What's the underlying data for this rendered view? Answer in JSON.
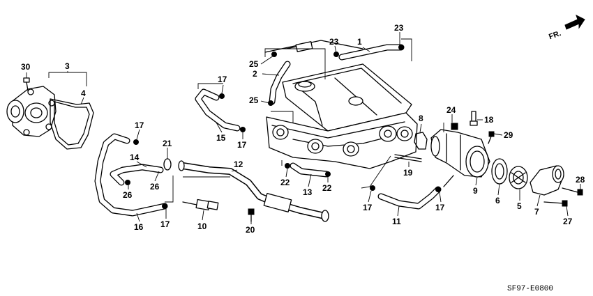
{
  "diagram_code": "SF97-E0800",
  "direction_label": "FR.",
  "callouts": [
    {
      "id": "c1",
      "label": "1"
    },
    {
      "id": "c2",
      "label": "2"
    },
    {
      "id": "c3",
      "label": "3"
    },
    {
      "id": "c4",
      "label": "4"
    },
    {
      "id": "c5",
      "label": "5"
    },
    {
      "id": "c6",
      "label": "6"
    },
    {
      "id": "c7",
      "label": "7"
    },
    {
      "id": "c8",
      "label": "8"
    },
    {
      "id": "c9",
      "label": "9"
    },
    {
      "id": "c10",
      "label": "10"
    },
    {
      "id": "c11",
      "label": "11"
    },
    {
      "id": "c12",
      "label": "12"
    },
    {
      "id": "c13",
      "label": "13"
    },
    {
      "id": "c14",
      "label": "14"
    },
    {
      "id": "c15",
      "label": "15"
    },
    {
      "id": "c16",
      "label": "16"
    },
    {
      "id": "c17a",
      "label": "17"
    },
    {
      "id": "c17b",
      "label": "17"
    },
    {
      "id": "c17c",
      "label": "17"
    },
    {
      "id": "c17d",
      "label": "17"
    },
    {
      "id": "c17e",
      "label": "17"
    },
    {
      "id": "c17f",
      "label": "17"
    },
    {
      "id": "c18",
      "label": "18"
    },
    {
      "id": "c19",
      "label": "19"
    },
    {
      "id": "c20",
      "label": "20"
    },
    {
      "id": "c21",
      "label": "21"
    },
    {
      "id": "c22a",
      "label": "22"
    },
    {
      "id": "c22b",
      "label": "22"
    },
    {
      "id": "c23a",
      "label": "23"
    },
    {
      "id": "c23b",
      "label": "23"
    },
    {
      "id": "c24",
      "label": "24"
    },
    {
      "id": "c25a",
      "label": "25"
    },
    {
      "id": "c25b",
      "label": "25"
    },
    {
      "id": "c26a",
      "label": "26"
    },
    {
      "id": "c26b",
      "label": "26"
    },
    {
      "id": "c27",
      "label": "27"
    },
    {
      "id": "c28",
      "label": "28"
    },
    {
      "id": "c29",
      "label": "29"
    },
    {
      "id": "c30",
      "label": "30"
    }
  ]
}
